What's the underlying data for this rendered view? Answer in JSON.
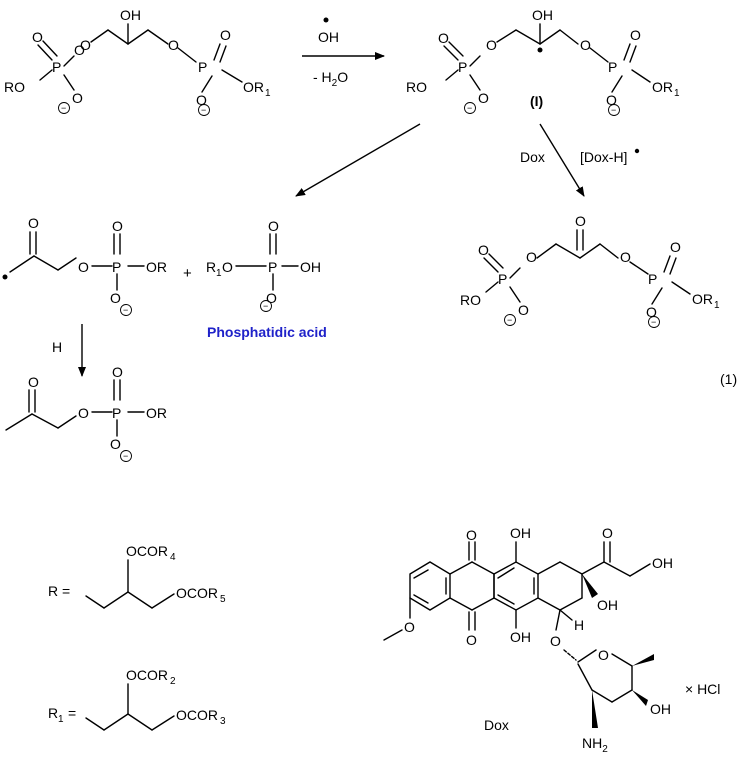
{
  "scheme": {
    "reagent_top": "OH",
    "byproduct_top": "- H",
    "byproduct_sub": "2",
    "byproduct_end": "O",
    "intermediate_label": "(I)",
    "dox_reagent": "Dox",
    "dox_radical": "[Dox-H]",
    "h_reagent": "H",
    "phosphatidic_acid": "Phosphatidic acid",
    "equation_number": "(1)",
    "dox_name": "Dox",
    "hcl_salt": "× HCl",
    "plus": "+"
  },
  "atoms": {
    "O": "O",
    "P": "P",
    "OH": "OH",
    "RO": "RO",
    "OR": "OR",
    "R": "R",
    "H": "H",
    "NH": "NH",
    "one": "1",
    "two": "2",
    "three": "3",
    "four": "4",
    "five": "5",
    "OCOR": "OCOR",
    "R_eq": "R =",
    "R1_eq": "=",
    "neg": "−"
  },
  "colors": {
    "highlight": "#1f22c9",
    "ink": "#000000"
  }
}
